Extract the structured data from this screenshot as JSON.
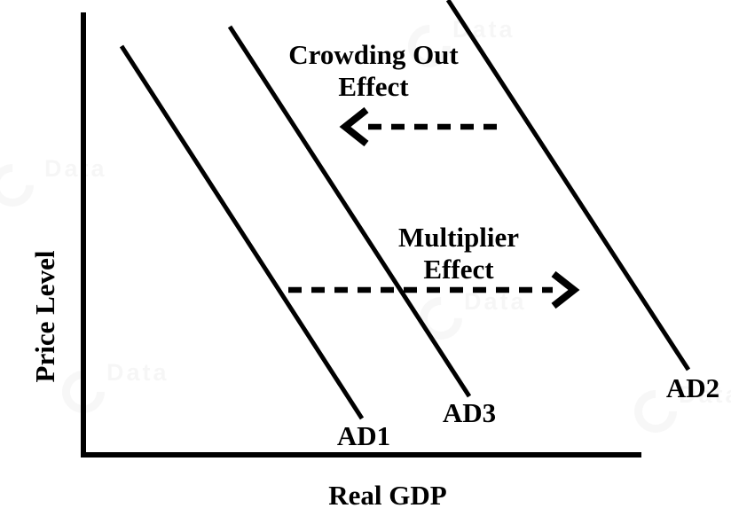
{
  "diagram": {
    "type": "aggregate-demand-shift-diagram",
    "axes": {
      "x_label": "Real GDP",
      "y_label": "Price Level"
    },
    "curves": {
      "ad1": {
        "label": "AD1"
      },
      "ad2": {
        "label": "AD2"
      },
      "ad3": {
        "label": "AD3"
      }
    },
    "annotations": {
      "crowding_out": {
        "line1": "Crowding Out",
        "line2": "Effect",
        "arrow_direction": "left"
      },
      "multiplier": {
        "line1": "Multiplier",
        "line2": "Effect",
        "arrow_direction": "right"
      }
    },
    "colors": {
      "line": "#000000",
      "background": "#ffffff",
      "watermark": "rgba(0,0,0,0.035)"
    },
    "watermark": {
      "text": "Data"
    }
  }
}
